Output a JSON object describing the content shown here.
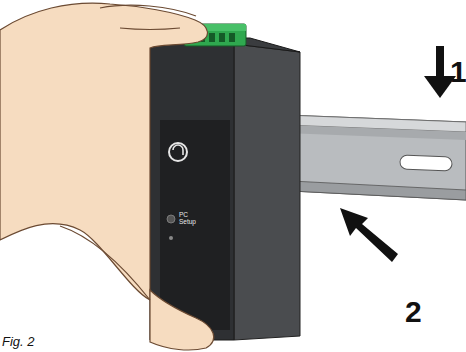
{
  "diagram": {
    "caption": "Fig. 2",
    "labels": [
      "1",
      "2",
      "PC Setup"
    ]
  }
}
